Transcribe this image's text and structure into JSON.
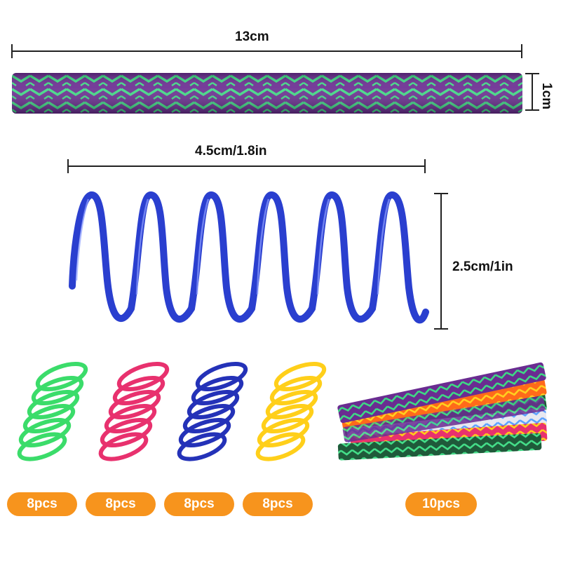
{
  "dimensions": {
    "tube_length": "13cm",
    "tube_diameter": "1cm",
    "spring_length": "4.5cm/1.8in",
    "spring_height": "2.5cm/1in"
  },
  "counts": [
    {
      "label": "8pcs",
      "item": "green-spring"
    },
    {
      "label": "8pcs",
      "item": "pink-spring"
    },
    {
      "label": "8pcs",
      "item": "blue-spring"
    },
    {
      "label": "8pcs",
      "item": "yellow-spring"
    },
    {
      "label": "10pcs",
      "item": "mesh-tubes-bundle"
    }
  ],
  "colors": {
    "pill": "#f7941d",
    "tube_base": "#6a2c91",
    "tube_weave": "#3ddc84",
    "spring_big": "#2a3fcf",
    "spring_green": "#3bdc6a",
    "spring_pink": "#e8316e",
    "spring_blue": "#2432b8",
    "spring_yellow": "#ffcf1a"
  }
}
